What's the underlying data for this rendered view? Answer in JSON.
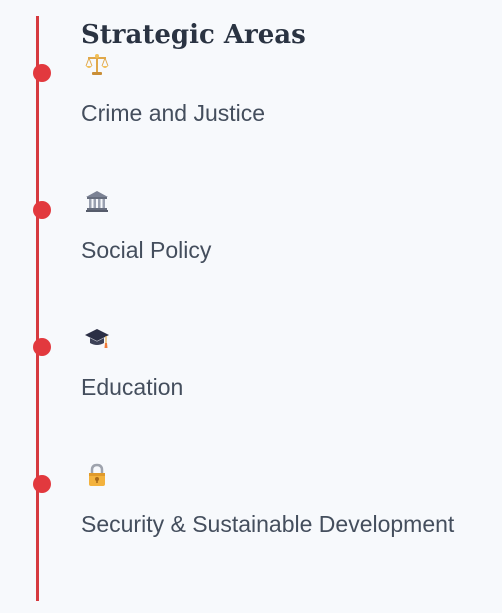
{
  "page": {
    "title": "Strategic Areas"
  },
  "areas": [
    {
      "label": "Crime and Justice",
      "icon": "scales-icon"
    },
    {
      "label": "Social Policy",
      "icon": "government-building-icon"
    },
    {
      "label": "Education",
      "icon": "graduation-cap-icon"
    },
    {
      "label": "Security & Sustainable Development",
      "icon": "lock-icon"
    }
  ],
  "colors": {
    "accent": "#e2393e",
    "timeline": "#d63a3f",
    "title": "#2a3342",
    "text": "#444e5d",
    "background": "#f7f9fc"
  }
}
